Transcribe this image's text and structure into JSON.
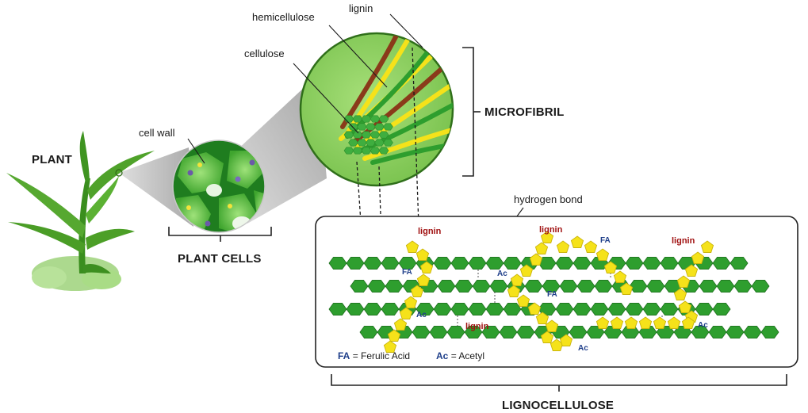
{
  "labels": {
    "plant": "PLANT",
    "plant_cells": "PLANT CELLS",
    "cell_wall": "cell wall",
    "cellulose": "cellulose",
    "hemicellulose": "hemicellulose",
    "lignin": "lignin",
    "microfibril": "MICROFIBRIL",
    "hydrogen_bond": "hydrogen bond",
    "lignocellulose": "LIGNOCELLULOSE"
  },
  "inset": {
    "lignin_labels": [
      "lignin",
      "lignin",
      "lignin",
      "lignin"
    ],
    "fa_labels": [
      "FA",
      "FA",
      "FA"
    ],
    "ac_labels": [
      "Ac",
      "Ac",
      "Ac",
      "Ac"
    ]
  },
  "legend": {
    "fa_key": "FA",
    "fa_text": "= Ferulic Acid",
    "ac_key": "Ac",
    "ac_text": "= Acetyl"
  },
  "colors": {
    "cellulose_green": "#2e9e2e",
    "hemicellulose_brown": "#8a3a1a",
    "lignin_yellow": "#f5e21a",
    "lignin_label": "#a01010",
    "abbr_blue": "#1f3f8a"
  }
}
